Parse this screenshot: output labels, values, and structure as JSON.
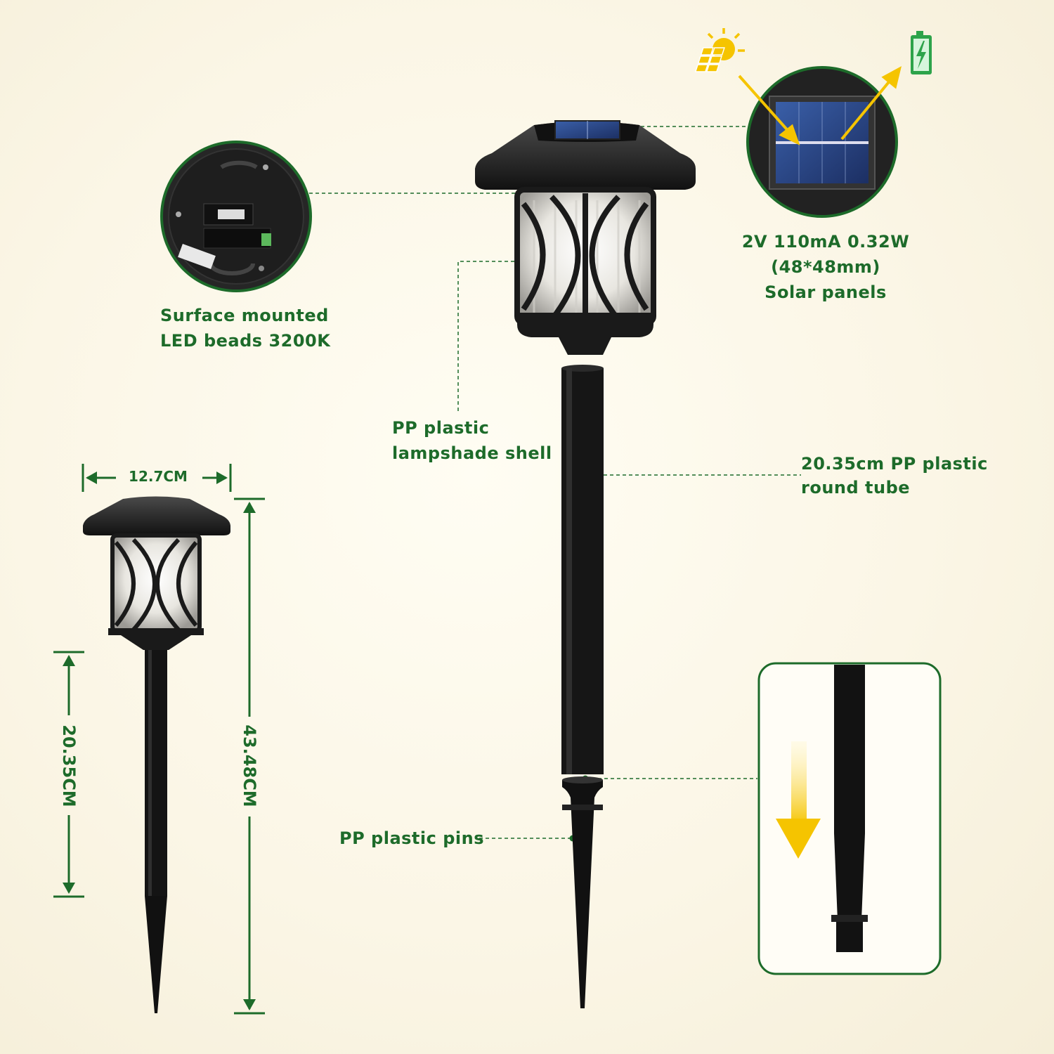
{
  "labels": {
    "led": [
      "Surface mounted",
      "LED beads 3200K"
    ],
    "solar": [
      "2V 110mA 0.32W",
      "(48*48mm)",
      "Solar panels"
    ],
    "shell": [
      "PP plastic",
      "lampshade shell"
    ],
    "tube": [
      "20.35cm PP plastic",
      "round tube"
    ],
    "pins": "PP plastic pins"
  },
  "dimensions": {
    "width": "12.7CM",
    "tube_length": "20.35CM",
    "total_height": "43.48CM"
  },
  "icons": [
    "solar-sun-icon",
    "battery-charging-icon",
    "arrow-down-icon"
  ],
  "colors": {
    "accent": "#1d6b2a",
    "arrow": "#f5c400",
    "background": "#fbf6e6",
    "product": "#1a1a1a"
  }
}
